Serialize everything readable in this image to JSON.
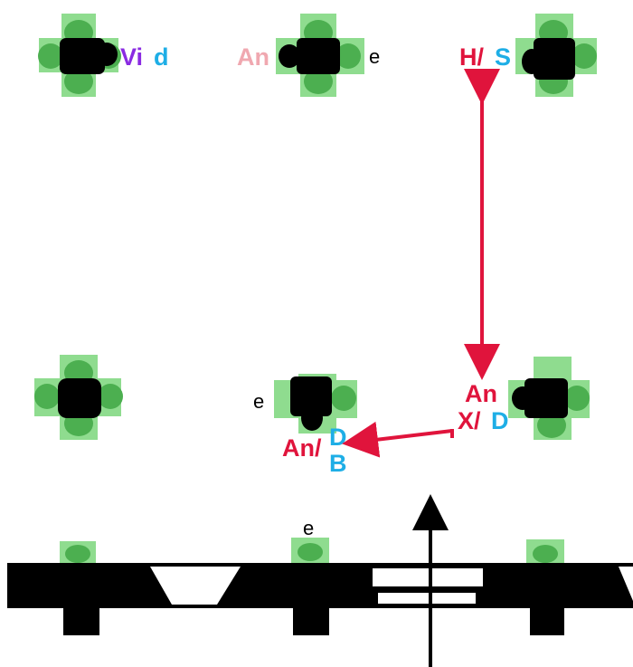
{
  "colors": {
    "background": "#ffffff",
    "node_green_light": "#8fdc8f",
    "node_green_dark": "#4caf50",
    "node_black": "#000000",
    "arrow_red": "#e0143c",
    "arrow_black": "#000000",
    "label_red": "#e0143c",
    "label_pink": "#f0a8b0",
    "label_purple": "#8a2be2",
    "label_cyan": "#1eaee6",
    "label_black": "#000000"
  },
  "nodes": [
    {
      "id": "node-r1-c1",
      "label": [
        "Vi",
        "d"
      ]
    },
    {
      "id": "node-r1-c2",
      "label": [
        "An",
        "e"
      ]
    },
    {
      "id": "node-r1-c3",
      "label": [
        "H/",
        "S"
      ]
    },
    {
      "id": "node-r2-c1",
      "label": []
    },
    {
      "id": "node-r2-c2",
      "label": [
        "e",
        "An/",
        "D",
        "B"
      ]
    },
    {
      "id": "node-r2-c3",
      "label": [
        "An",
        "X/",
        "D"
      ]
    }
  ],
  "bottom_bar": {
    "label": "e",
    "icons": [
      "green-node-icon",
      "green-node-icon",
      "green-node-icon"
    ]
  },
  "arrows": [
    {
      "id": "arrow-vertical-red",
      "type": "double-headed",
      "color": "red"
    },
    {
      "id": "arrow-horizontal-red",
      "type": "single-headed",
      "color": "red"
    },
    {
      "id": "arrow-vertical-black",
      "type": "single-headed",
      "color": "black"
    }
  ]
}
